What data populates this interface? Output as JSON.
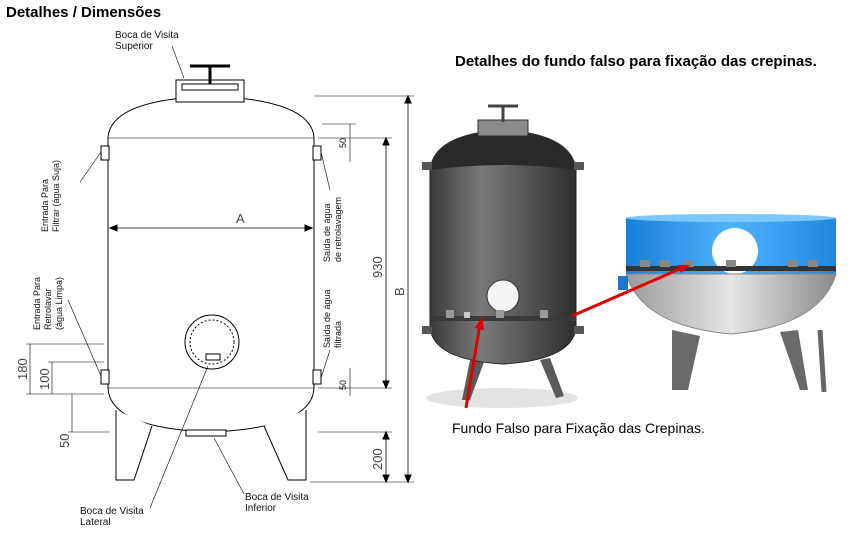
{
  "titles": {
    "main": "Detalhes / Dimensões",
    "right": "Detalhes do fundo falso para fixação das crepinas."
  },
  "labels": {
    "boca_superior": [
      "Boca de Visita",
      "Superior"
    ],
    "boca_lateral": [
      "Boca de Visita",
      "Lateral"
    ],
    "boca_inferior": [
      "Boca de Visita",
      "Inferior"
    ],
    "entrada_filtrar": [
      "Entrada Para",
      "Filtrar (água Suja)"
    ],
    "entrada_retrolavar": [
      "Entrada Para",
      "Retrolavar",
      "(água Limpa)"
    ],
    "saida_retrolavagem": [
      "Saída de água",
      "de retrolavagem"
    ],
    "saida_filtrada": [
      "Saída de água",
      "filtrada"
    ]
  },
  "dimensions": {
    "A": "A",
    "B": "B",
    "d930": "930",
    "d50_top": "50",
    "d50_bottom": "50",
    "d180": "180",
    "d100": "100",
    "d50_left": "50",
    "d200": "200"
  },
  "caption": "Fundo Falso para Fixação das Crepinas.",
  "colors": {
    "tank_dark": "#5a5a5a",
    "blue_tank": "#2d9bef",
    "arrow_red": "#e00000"
  }
}
